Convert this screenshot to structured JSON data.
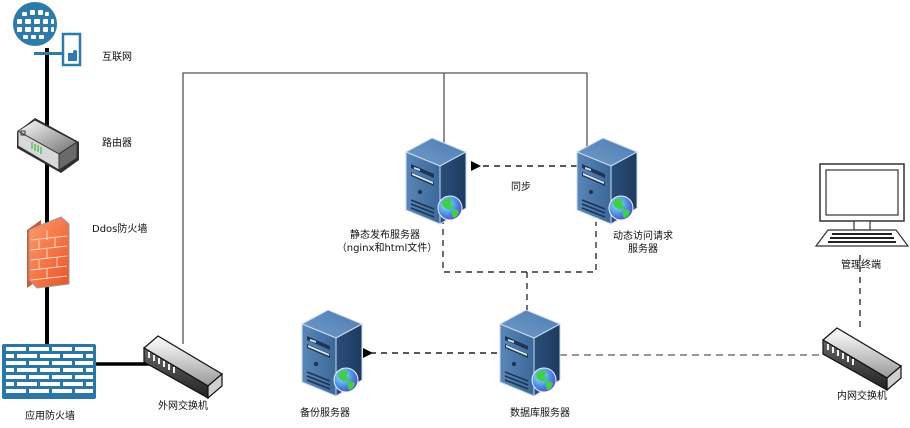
{
  "diagram": {
    "title": "网络拓扑图",
    "colors": {
      "server_blue": "#3c6a9c",
      "server_dark": "#24466e",
      "firewall_blue": "#2a77a6",
      "internet_blue": "#2e7bab",
      "brick_orange": "#f07a48",
      "line_black": "#000000",
      "line_gray": "#555555",
      "dash_gray": "#3a3a3a"
    },
    "nodes": {
      "internet": {
        "label": "互联网",
        "icon": "globe-icon"
      },
      "router": {
        "label": "路由器",
        "icon": "router-icon"
      },
      "ddos_firewall": {
        "label": "Ddos防火墙",
        "icon": "brick-firewall-icon"
      },
      "app_firewall": {
        "label": "应用防火墙",
        "icon": "firewall-icon"
      },
      "ext_switch": {
        "label": "外网交换机",
        "icon": "switch-icon"
      },
      "static_server": {
        "label_line1": "静态发布服务器",
        "label_line2": "（nginx和html文件）",
        "icon": "web-server-icon"
      },
      "dynamic_server": {
        "label_line1": "动态访问请求",
        "label_line2": "服务器",
        "icon": "web-server-icon"
      },
      "backup_server": {
        "label": "备份服务器",
        "icon": "web-server-icon"
      },
      "db_server": {
        "label": "数据库服务器",
        "icon": "web-server-icon"
      },
      "mgmt_terminal": {
        "label": "管理终端",
        "icon": "laptop-icon"
      },
      "int_switch": {
        "label": "内网交换机",
        "icon": "switch-icon"
      }
    },
    "edges": [
      {
        "from": "internet",
        "to": "router",
        "style": "thick"
      },
      {
        "from": "router",
        "to": "ddos_firewall",
        "style": "thick"
      },
      {
        "from": "ddos_firewall",
        "to": "app_firewall",
        "style": "thick"
      },
      {
        "from": "app_firewall",
        "to": "ext_switch",
        "style": "thick"
      },
      {
        "from": "ext_switch",
        "to": "static_server",
        "style": "thin"
      },
      {
        "from": "ext_switch",
        "to": "dynamic_server",
        "style": "thin"
      },
      {
        "from": "dynamic_server",
        "to": "static_server",
        "style": "dashed-arrow",
        "label": "同步"
      },
      {
        "from": "static_server",
        "to": "db_server",
        "style": "dashed"
      },
      {
        "from": "dynamic_server",
        "to": "db_server",
        "style": "dashed"
      },
      {
        "from": "db_server",
        "to": "backup_server",
        "style": "dashed-arrow"
      },
      {
        "from": "db_server",
        "to": "int_switch",
        "style": "dashed-gray"
      },
      {
        "from": "int_switch",
        "to": "mgmt_terminal",
        "style": "dashed"
      }
    ]
  }
}
